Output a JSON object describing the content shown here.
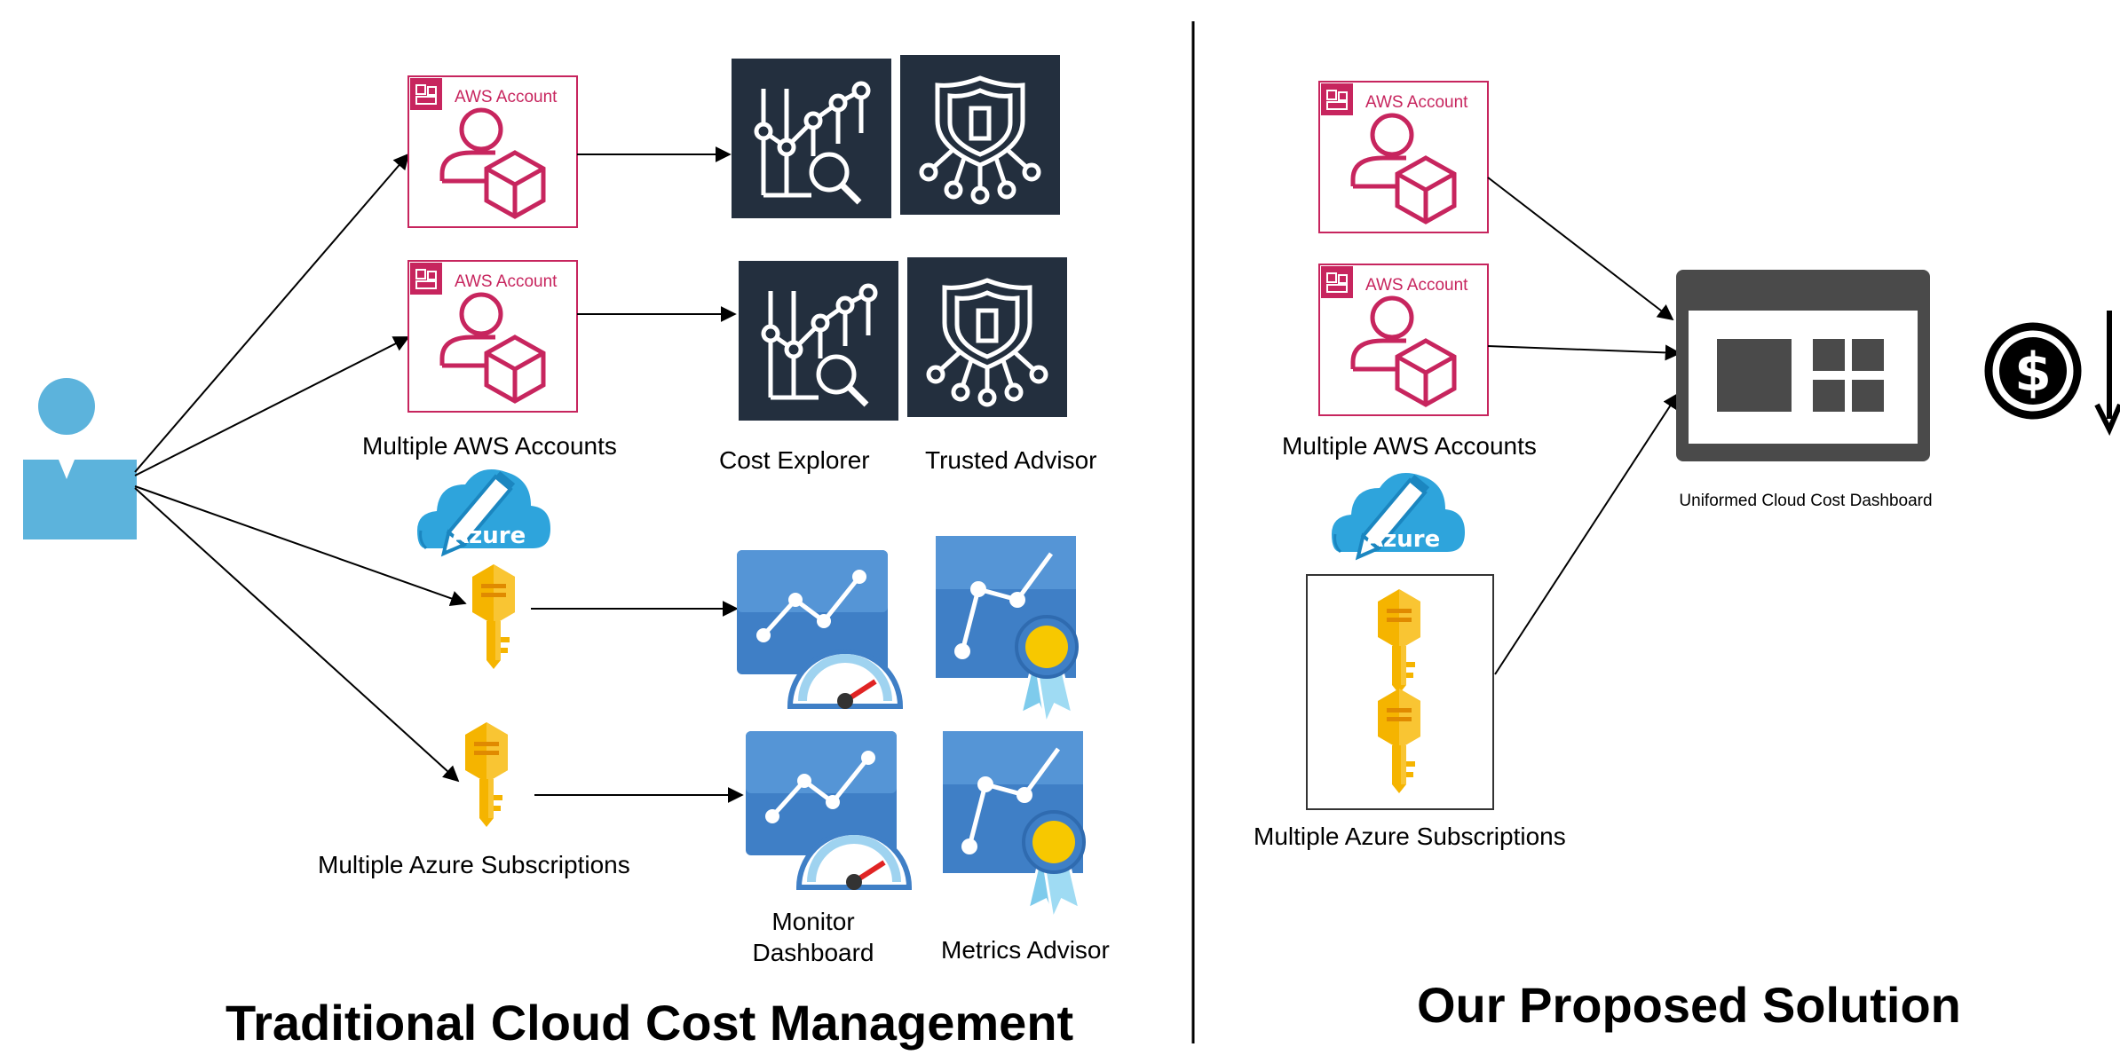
{
  "left": {
    "aws_account_label": "AWS Account",
    "accounts_caption": "Multiple AWS Accounts",
    "cost_explorer": "Cost Explorer",
    "trusted_advisor": "Trusted Advisor",
    "azure_word": "Azure",
    "subscriptions_caption": "Multiple Azure Subscriptions",
    "monitor_dashboard_line1": "Monitor",
    "monitor_dashboard_line2": "Dashboard",
    "metrics_advisor": "Metrics Advisor",
    "title": "Traditional Cloud Cost Management"
  },
  "right": {
    "aws_account_label": "AWS Account",
    "accounts_caption": "Multiple AWS Accounts",
    "azure_word": "Azure",
    "subscriptions_caption": "Multiple Azure Subscriptions",
    "dashboard_caption": "Uniformed Cloud Cost Dashboard",
    "title": "Our Proposed Solution"
  },
  "colors": {
    "aws_pink": "#c7255e",
    "aws_tile": "#232f3e",
    "azure_blue": "#3f7fc6",
    "azure_cloud": "#2ea4dc",
    "key_gold": "#f5b400",
    "user_blue": "#5cb3dc",
    "dashboard_gray": "#4a4a4a"
  },
  "icons": [
    "user-icon",
    "aws-account-icon",
    "cost-explorer-icon",
    "trusted-advisor-icon",
    "azure-cloud-icon",
    "key-icon",
    "monitor-dashboard-icon",
    "metrics-advisor-icon",
    "dashboard-icon",
    "dollar-icon",
    "down-arrow-icon"
  ]
}
